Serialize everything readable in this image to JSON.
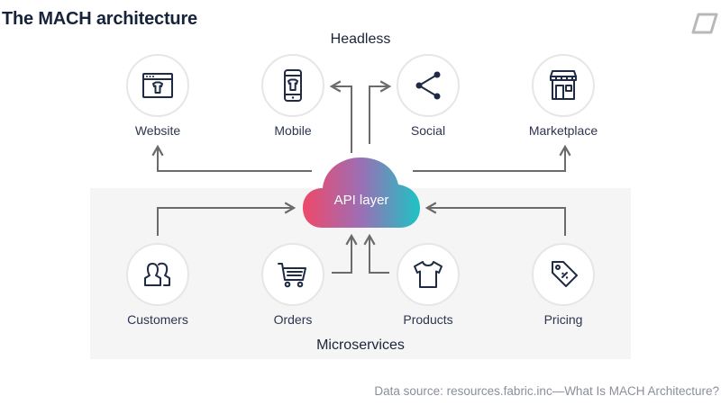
{
  "title": "The MACH architecture",
  "headless_label": "Headless",
  "microservices_label": "Microservices",
  "api_layer_label": "API layer",
  "frontends": [
    {
      "label": "Website",
      "icon": "browser-window-icon"
    },
    {
      "label": "Mobile",
      "icon": "mobile-phone-icon"
    },
    {
      "label": "Social",
      "icon": "share-icon"
    },
    {
      "label": "Marketplace",
      "icon": "storefront-icon"
    }
  ],
  "microservices": [
    {
      "label": "Customers",
      "icon": "users-icon"
    },
    {
      "label": "Orders",
      "icon": "shopping-cart-icon"
    },
    {
      "label": "Products",
      "icon": "t-shirt-icon"
    },
    {
      "label": "Pricing",
      "icon": "price-tag-icon"
    }
  ],
  "source": "Data source: resources.fabric.inc—What Is MACH Architecture?",
  "colors": {
    "cloud_gradient": [
      "#f0486a",
      "#9b6fb5",
      "#1cc4c4"
    ],
    "connector": "#6b6b6b",
    "panel": "#f5f5f5",
    "title": "#17223b"
  }
}
